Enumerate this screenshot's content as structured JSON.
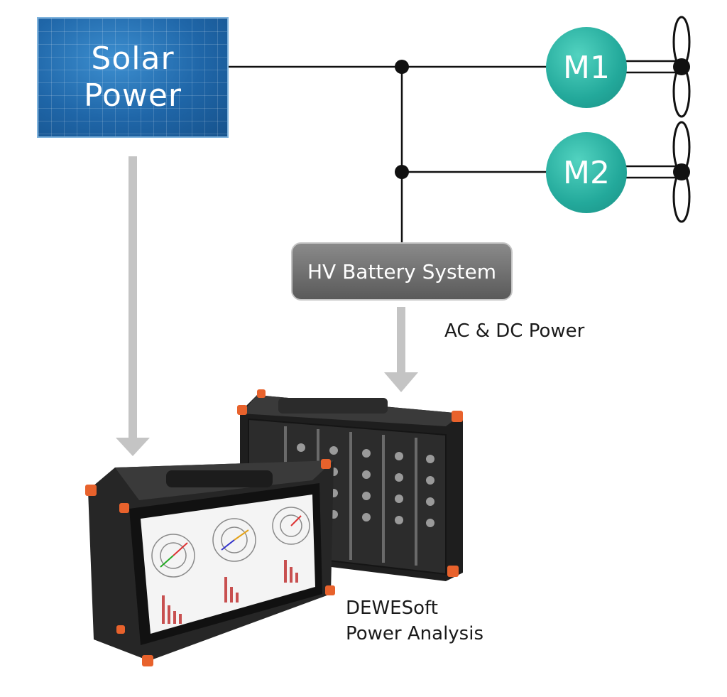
{
  "diagram": {
    "solar_lines": [
      "Solar",
      "Power"
    ],
    "motors": [
      {
        "id": "m1",
        "label": "M1"
      },
      {
        "id": "m2",
        "label": "M2"
      }
    ],
    "battery_label": "HV Battery System",
    "power_label": "AC & DC Power",
    "analyzer_lines": [
      "DEWESoft",
      "Power Analysis"
    ],
    "colors": {
      "solar_blue": "#1c5f9e",
      "motor_teal": "#23a99b",
      "battery_gray": "#6e6e6e",
      "arrow_gray": "#c4c4c4",
      "line": "#111111",
      "device_body": "#2a2a2a",
      "device_accent": "#e8622c"
    },
    "icons": [
      "propeller-icon",
      "solar-panel-icon",
      "data-acquisition-device-icon"
    ]
  }
}
